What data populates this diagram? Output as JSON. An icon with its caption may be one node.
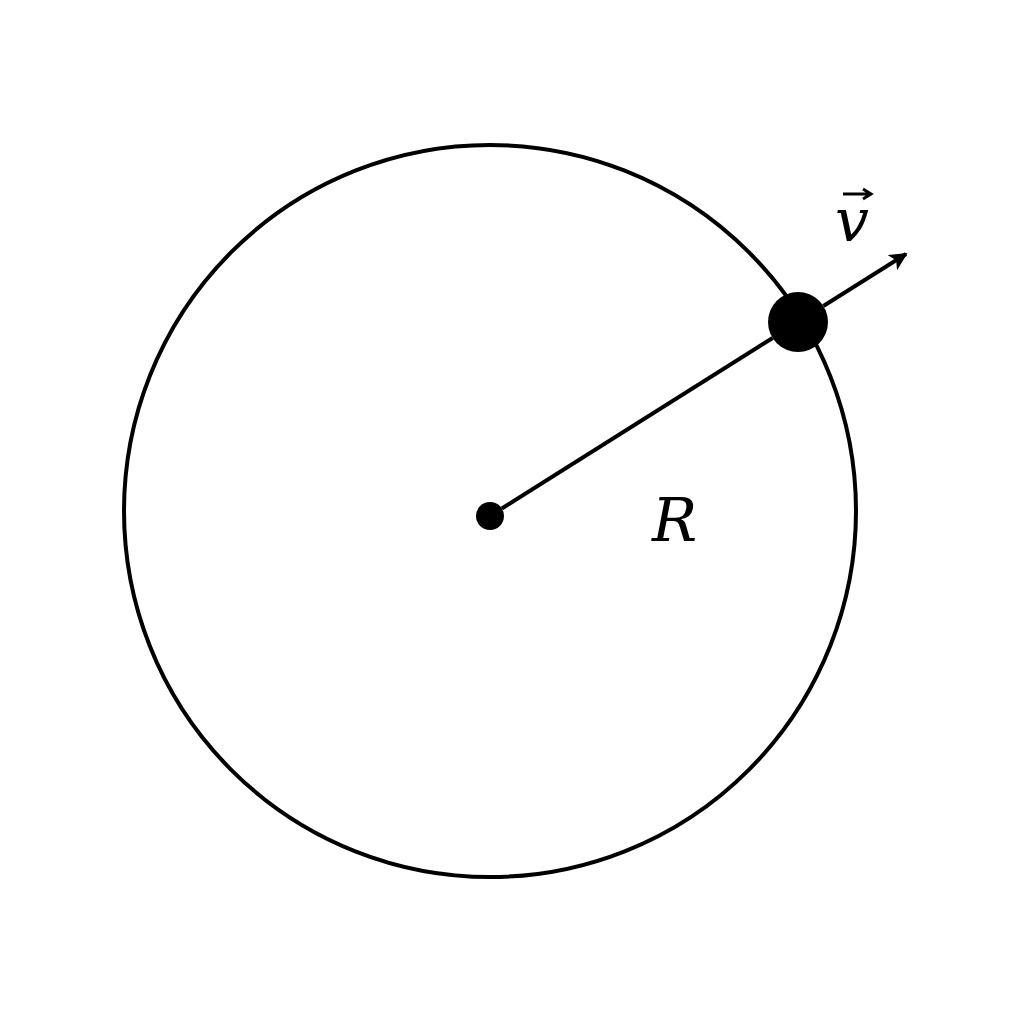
{
  "diagram": {
    "nodes": [
      {
        "text": [],
        "shape": "circle"
      },
      {
        "text": [],
        "shape": "circle"
      }
    ],
    "edges": [
      {
        "from": 0,
        "to": 1,
        "arrow": "none",
        "label": "R"
      },
      {
        "from": 1,
        "to": null,
        "arrow": "to",
        "label": "v"
      }
    ]
  }
}
